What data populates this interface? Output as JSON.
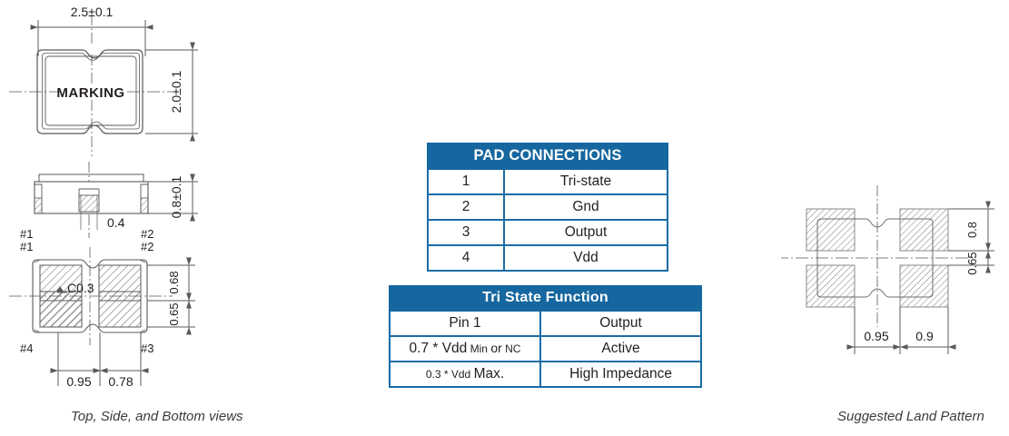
{
  "document": {
    "kind": "mechanical-package-outline-drawing"
  },
  "captions": {
    "left": "Top, Side, and  Bottom  views",
    "right": "Suggested Land Pattern"
  },
  "colors": {
    "table_header_bg": "#16679f",
    "table_border": "#1b6ca5",
    "table_header_text": "#ffffff",
    "drawing_line": "#58595b",
    "text": "#231f20",
    "hatch": "#808285",
    "caption_text": "#3b3b3b"
  },
  "top_view": {
    "marking_label": "MARKING",
    "dim_width": "2.5±0.1",
    "dim_height": "2.0±0.1"
  },
  "side_view": {
    "dim_height": "0.8±0.1",
    "dim_pad_width": "0.4",
    "pin_left": "#1",
    "pin_right": "#2"
  },
  "bottom_view": {
    "chamfer_label": "C0.3",
    "pin_top_left": "#1",
    "pin_top_right": "#2",
    "pin_bottom_right": "#3",
    "pin_bottom_left": "#4",
    "dim_pad_height": "0.68",
    "dim_pad_pitch_v": "0.65",
    "dim_span": "0.95",
    "dim_pad_width": "0.78"
  },
  "land_pattern": {
    "dim_pad_height": "0.8",
    "dim_pad_pitch_v": "0.65",
    "dim_span": "0.95",
    "dim_pad_width": "0.9"
  },
  "pad_connections": {
    "title": "PAD CONNECTIONS",
    "rows": [
      {
        "pin": "1",
        "function": "Tri-state"
      },
      {
        "pin": "2",
        "function": "Gnd"
      },
      {
        "pin": "3",
        "function": "Output"
      },
      {
        "pin": "4",
        "function": "Vdd"
      }
    ]
  },
  "tri_state": {
    "title": "Tri State Function",
    "header": {
      "pin": "Pin 1",
      "output": "Output"
    },
    "rows": [
      {
        "condition_parts": {
          "value": "0.7 * Vdd",
          "qualifier": "Min",
          "conjunction": "or",
          "alt": "NC"
        },
        "output": "Active"
      },
      {
        "condition_parts": {
          "value": "0.3 * Vdd",
          "qualifier": "Max."
        },
        "output": "High Impedance"
      }
    ]
  }
}
